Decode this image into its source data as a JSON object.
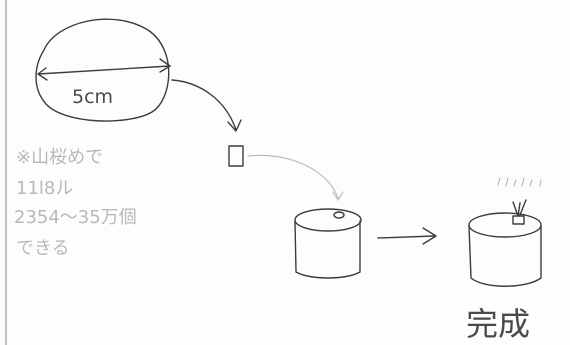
{
  "sketch": {
    "circle_label": "5cm",
    "note_lines": [
      "※山桜めで",
      "11l8ル",
      "2354〜35万個",
      "できる"
    ],
    "result_label": "完成"
  }
}
